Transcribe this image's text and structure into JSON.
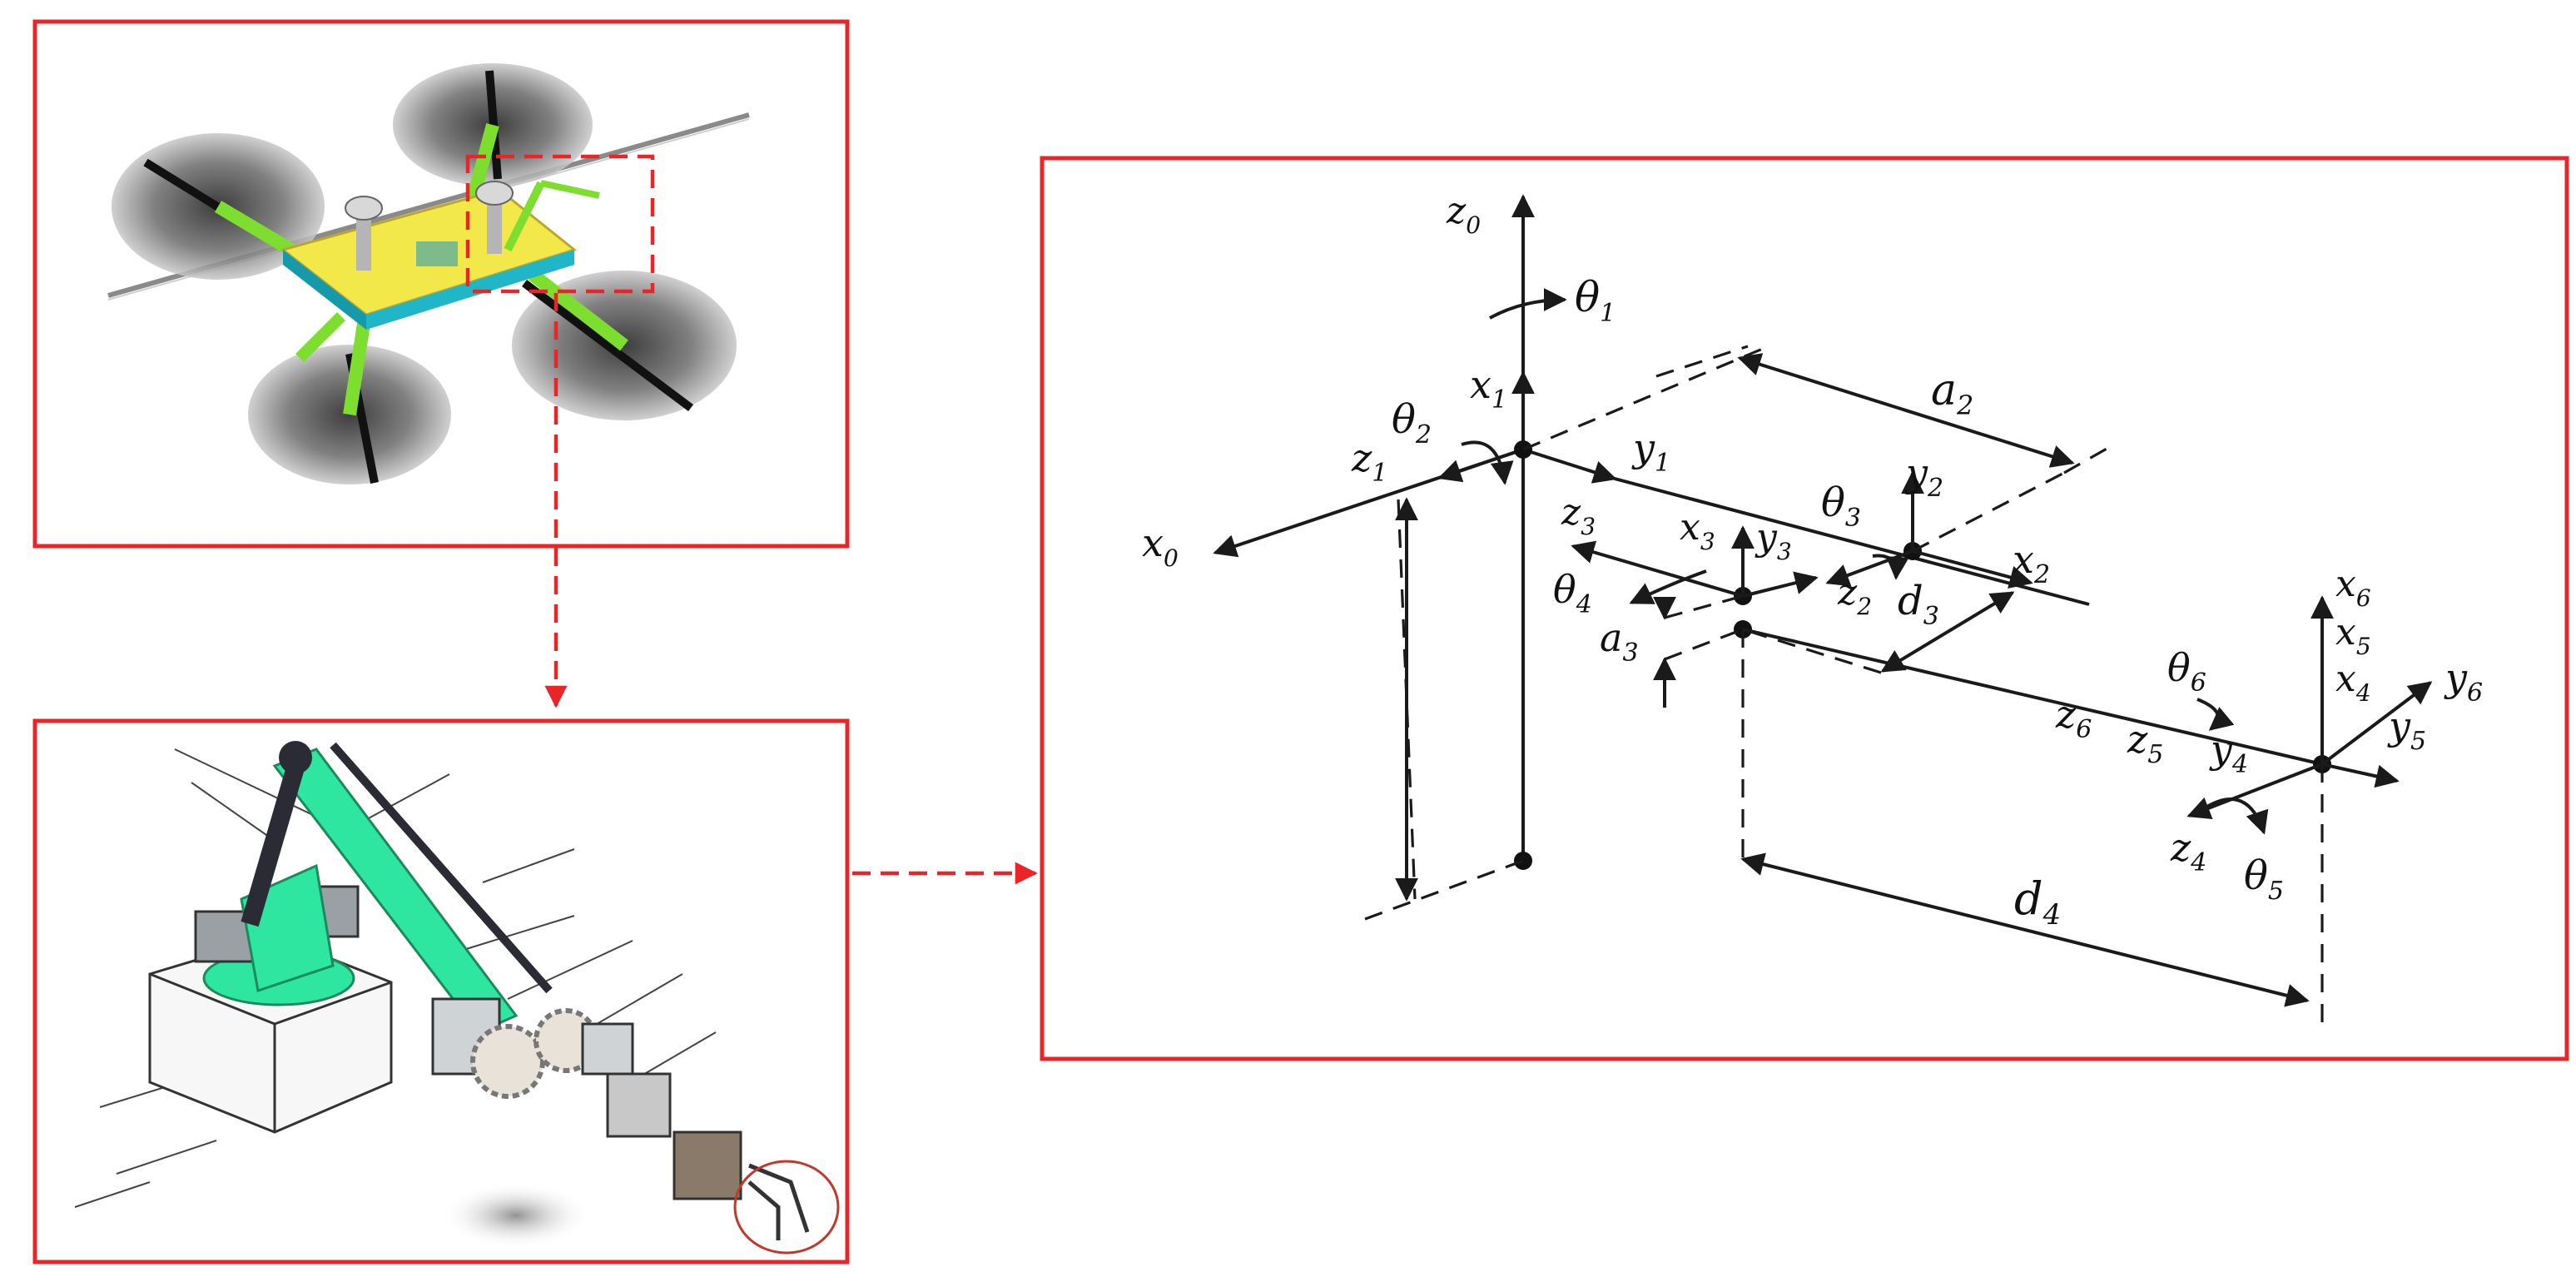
{
  "frame_labels": [
    {
      "key": "z0",
      "base": "z",
      "sub": "0"
    },
    {
      "key": "theta1",
      "base": "θ",
      "sub": "1"
    },
    {
      "key": "x1",
      "base": "x",
      "sub": "1"
    },
    {
      "key": "theta2",
      "base": "θ",
      "sub": "2"
    },
    {
      "key": "z1",
      "base": "z",
      "sub": "1"
    },
    {
      "key": "y1",
      "base": "y",
      "sub": "1"
    },
    {
      "key": "x0",
      "base": "x",
      "sub": "0"
    },
    {
      "key": "a2",
      "base": "a",
      "sub": "2"
    },
    {
      "key": "y2",
      "base": "y",
      "sub": "2"
    },
    {
      "key": "theta3",
      "base": "θ",
      "sub": "3"
    },
    {
      "key": "z3",
      "base": "z",
      "sub": "3"
    },
    {
      "key": "x3",
      "base": "x",
      "sub": "3"
    },
    {
      "key": "y3",
      "base": "y",
      "sub": "3"
    },
    {
      "key": "x2",
      "base": "x",
      "sub": "2"
    },
    {
      "key": "theta4",
      "base": "θ",
      "sub": "4"
    },
    {
      "key": "z2",
      "base": "z",
      "sub": "2"
    },
    {
      "key": "d3",
      "base": "d",
      "sub": "3"
    },
    {
      "key": "a3",
      "base": "a",
      "sub": "3"
    },
    {
      "key": "x6",
      "base": "x",
      "sub": "6"
    },
    {
      "key": "x5",
      "base": "x",
      "sub": "5"
    },
    {
      "key": "x4",
      "base": "x",
      "sub": "4"
    },
    {
      "key": "y6",
      "base": "y",
      "sub": "6"
    },
    {
      "key": "theta6",
      "base": "θ",
      "sub": "6"
    },
    {
      "key": "y5",
      "base": "y",
      "sub": "5"
    },
    {
      "key": "z6",
      "base": "z",
      "sub": "6"
    },
    {
      "key": "z5",
      "base": "z",
      "sub": "5"
    },
    {
      "key": "y4",
      "base": "y",
      "sub": "4"
    },
    {
      "key": "z4",
      "base": "z",
      "sub": "4"
    },
    {
      "key": "theta5",
      "base": "θ",
      "sub": "5"
    },
    {
      "key": "d4",
      "base": "d",
      "sub": "4"
    }
  ],
  "colors": {
    "frame": "#e8262a",
    "ink": "#1a1a1a",
    "arm_green": "#2ee6a0",
    "drone_green": "#7dde2f",
    "plate_yellow": "#f2e84a"
  },
  "panels": [
    "drone-render-panel",
    "arm-render-panel",
    "kinematic-diagram-panel"
  ]
}
